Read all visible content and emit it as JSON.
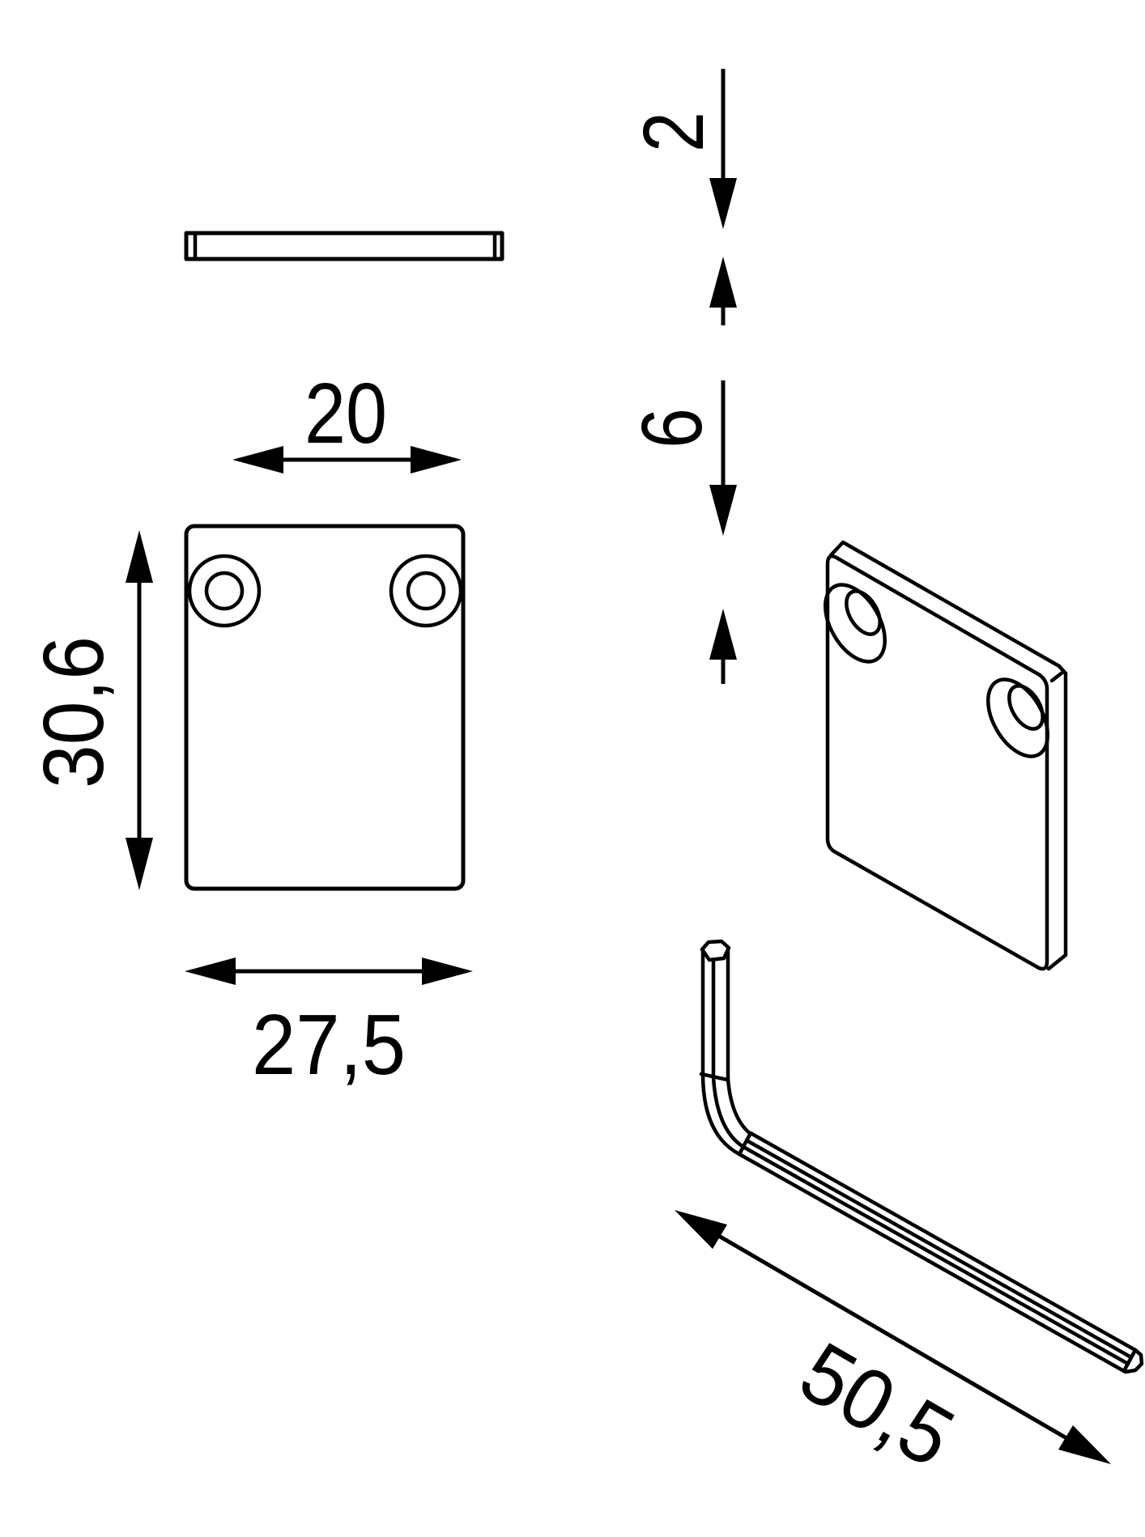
{
  "colors": {
    "background": "#ffffff",
    "lines": "#000000"
  },
  "dimensions": {
    "thickness": {
      "label": "2"
    },
    "depth": {
      "label": "6"
    },
    "hole_spacing": {
      "label": "20"
    },
    "height": {
      "label": "30,6"
    },
    "width": {
      "label": "27,5"
    },
    "key_length": {
      "label": "50,5"
    }
  }
}
